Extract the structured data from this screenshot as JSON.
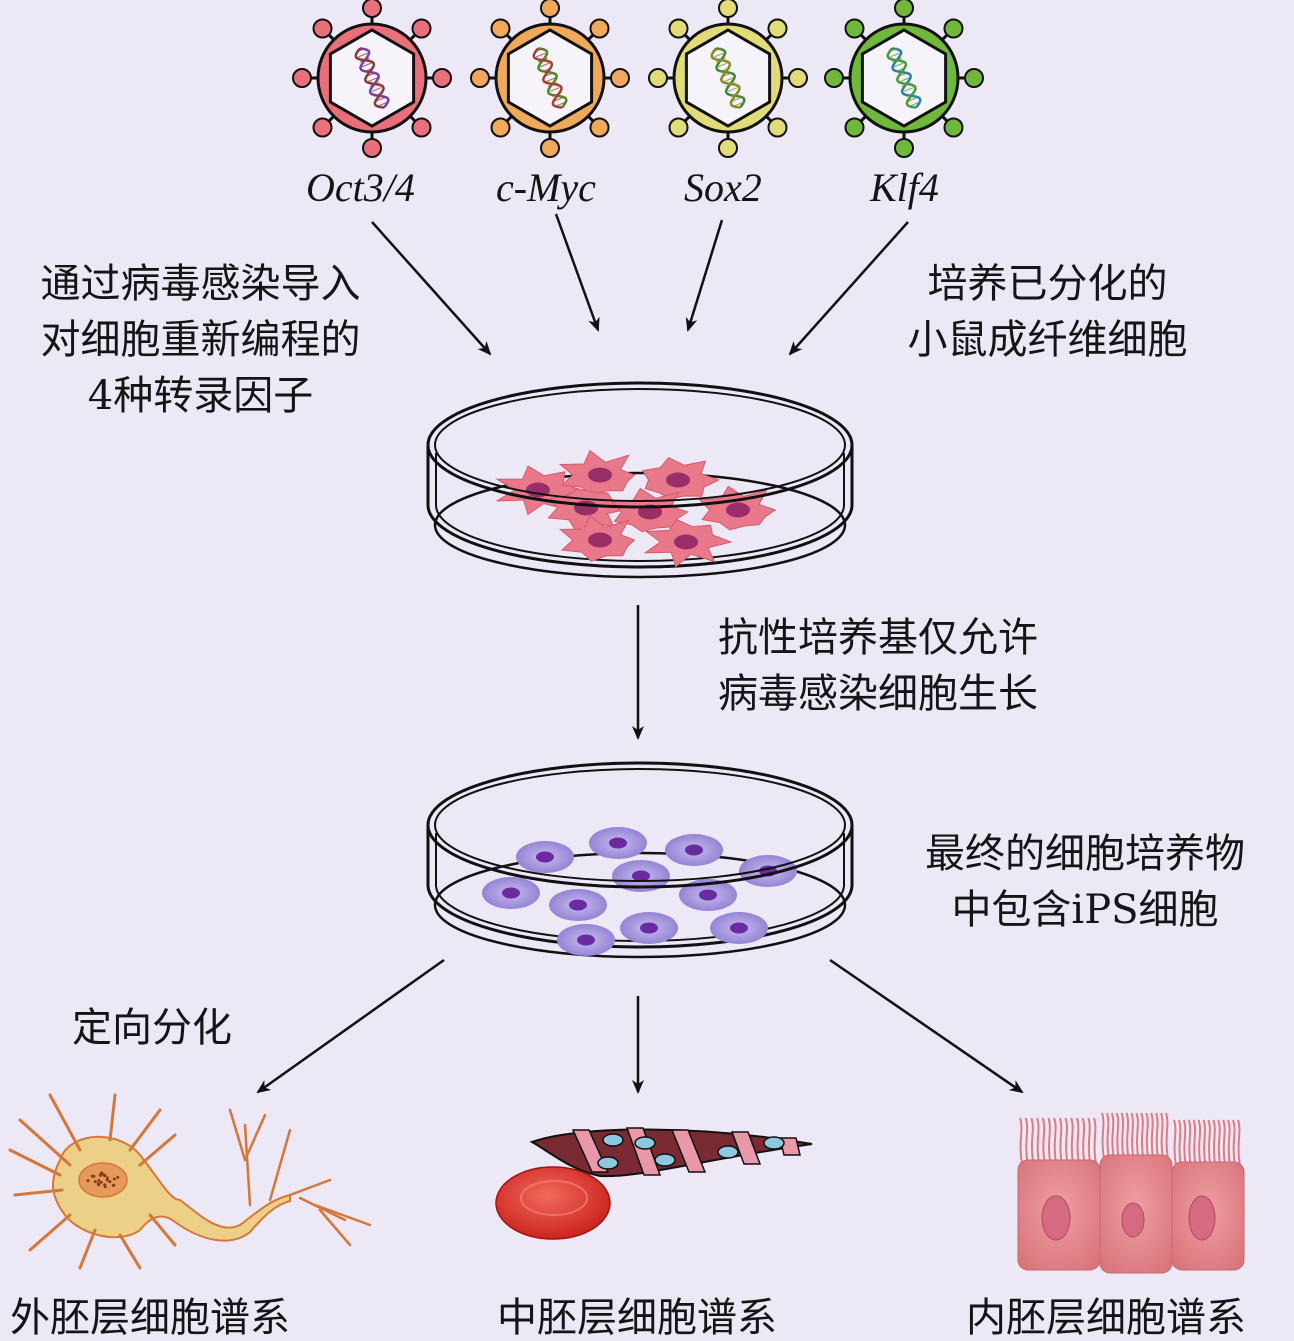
{
  "diagram": {
    "title": "iPS cell reprogramming",
    "viruses": [
      {
        "gene": "Oct3/4",
        "color": "#e9707a",
        "dna_colors": [
          "#7a3fb0",
          "#8b3a3a"
        ]
      },
      {
        "gene": "c-Myc",
        "color": "#f0a95a",
        "dna_colors": [
          "#4f8a2a",
          "#a0452e"
        ]
      },
      {
        "gene": "Sox2",
        "color": "#e1dc78",
        "dna_colors": [
          "#3a8a3a",
          "#8a8a2a"
        ]
      },
      {
        "gene": "Klf4",
        "color": "#6fb83a",
        "dna_colors": [
          "#2f80a8",
          "#4a9a3a"
        ]
      }
    ],
    "labels": {
      "left_top": [
        "通过病毒感染导入",
        "对细胞重新编程的",
        "4种转录因子"
      ],
      "right_top": [
        "培养已分化的",
        "小鼠成纤维细胞"
      ],
      "selection": [
        "抗性培养基仅允许",
        "病毒感染细胞生长"
      ],
      "final_culture": [
        "最终的细胞培养物",
        "中包含iPS细胞"
      ],
      "directed_diff": "定向分化"
    },
    "lineages": [
      {
        "name": "外胚层细胞谱系",
        "cell": "neuron"
      },
      {
        "name": "中胚层细胞谱系",
        "cell": "muscle-and-red-blood-cell"
      },
      {
        "name": "内胚层细胞谱系",
        "cell": "epithelial-cells"
      }
    ],
    "colors": {
      "background": "#ece8f5",
      "fibroblast": "#e9798a",
      "fibroblast_nucleus": "#9a2e68",
      "ips_cell": "#9a88d6",
      "ips_nucleus": "#6a2aa0",
      "neuron": "#ecd088",
      "neuron_outline": "#d5773a",
      "rbc": "#e03a2e",
      "epithelial": "#e48a8e"
    }
  }
}
